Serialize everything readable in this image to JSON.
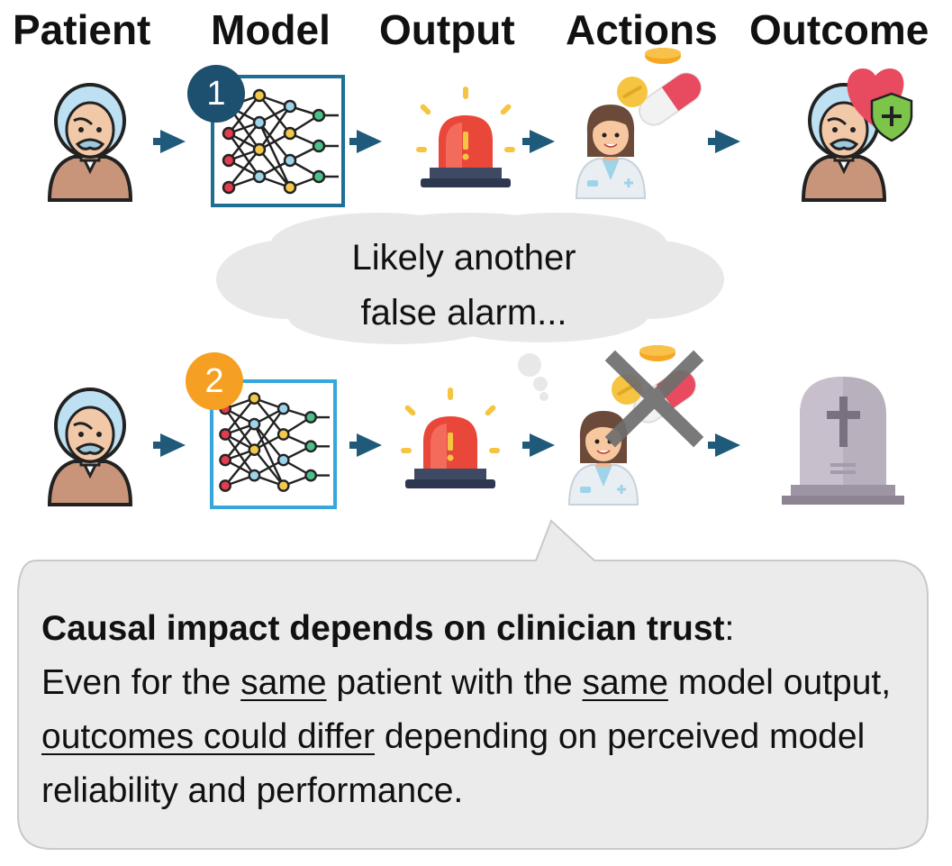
{
  "headers": {
    "patient": "Patient",
    "model": "Model",
    "output": "Output",
    "actions": "Actions",
    "outcome": "Outcome"
  },
  "scenarios": [
    {
      "badge": "1",
      "badge_color": "#1d4f6e"
    },
    {
      "badge": "2",
      "badge_color": "#f5a023"
    }
  ],
  "thought_bubble": {
    "line1": "Likely another",
    "line2": "false alarm..."
  },
  "callout": {
    "heading": "Causal impact depends on clinician trust",
    "heading_suffix": ":",
    "p1": "Even for the ",
    "u1": "same",
    "p2": " patient with the ",
    "u2": "same",
    "p3": " model output, ",
    "u3": "outcomes could differ",
    "p4": " depending on perceived model reliability and performance."
  },
  "colors": {
    "arrow": "#1f5a7a",
    "alarm": "#e8473a",
    "bubble": "#e8e8e8"
  }
}
